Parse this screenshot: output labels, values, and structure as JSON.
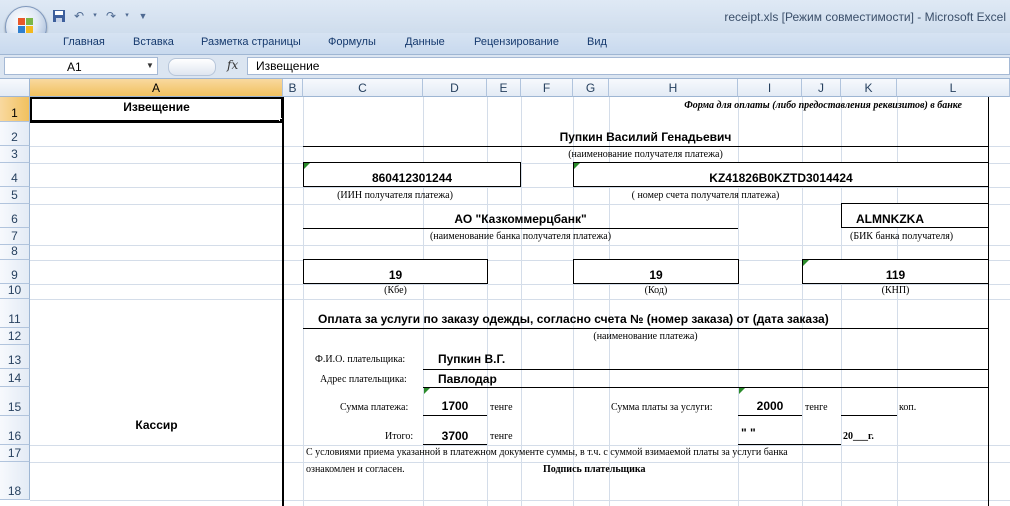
{
  "window": {
    "title": "receipt.xls  [Режим совместимости] - Microsoft Excel"
  },
  "ribbon": {
    "tabs": [
      "Главная",
      "Вставка",
      "Разметка страницы",
      "Формулы",
      "Данные",
      "Рецензирование",
      "Вид"
    ]
  },
  "formula_bar": {
    "name_box": "A1",
    "fx": "fx",
    "content": "Извещение"
  },
  "columns": [
    "A",
    "B",
    "C",
    "D",
    "E",
    "F",
    "G",
    "H",
    "I",
    "J",
    "K",
    "L"
  ],
  "rows": [
    "1",
    "2",
    "3",
    "4",
    "5",
    "6",
    "7",
    "8",
    "9",
    "10",
    "11",
    "12",
    "13",
    "14",
    "15",
    "16",
    "17",
    "18"
  ],
  "sheet": {
    "a1": "Извещение",
    "cashier": "Кассир",
    "form_note": "Форма для оплаты (либо предоставления реквизитов) в банке",
    "recipient_name": "Пупкин Василий Генадьевич",
    "recipient_name_caption": "(наименование получателя платежа)",
    "iin": "860412301244",
    "iin_caption": "(ИИН получателя платежа)",
    "account": "KZ41826B0KZTD3014424",
    "account_caption": "( номер счета получателя платежа)",
    "bank": "АО \"Казкоммерцбанк\"",
    "bank_caption": "(наименование банка получателя платежа)",
    "bik": "ALMNKZKA",
    "bik_caption": "(БИК банка получателя)",
    "kbe": "19",
    "kbe_caption": "(Кбе)",
    "kod": "19",
    "kod_caption": "(Код)",
    "knp": "119",
    "knp_caption": "(КНП)",
    "purpose": "Оплата за услуги по заказу одежды, согласно счета № (номер заказа) от (дата заказа)",
    "purpose_caption": "(наименование платежа)",
    "payer_label": "Ф.И.О. плательщика:",
    "payer": "Пупкин В.Г.",
    "address_label": "Адрес плательщика:",
    "address": "Павлодар",
    "sum_label": "Сумма платежа:",
    "sum": "1700",
    "tenge1": "тенге",
    "fee_label": "Сумма платы за услуги:",
    "fee": "2000",
    "tenge2": "тенге",
    "kop": "коп.",
    "total_label": "Итого:",
    "total": "3700",
    "tenge3": "тенге",
    "date_quotes": "\"    \"",
    "year": "20___г.",
    "terms1": "С условиями приема указанной в платежном документе суммы, в т.ч. с суммой взимаемой платы за услуги банка",
    "terms2": "ознакомлен и согласен.",
    "signature": "Подпись плательщика"
  }
}
